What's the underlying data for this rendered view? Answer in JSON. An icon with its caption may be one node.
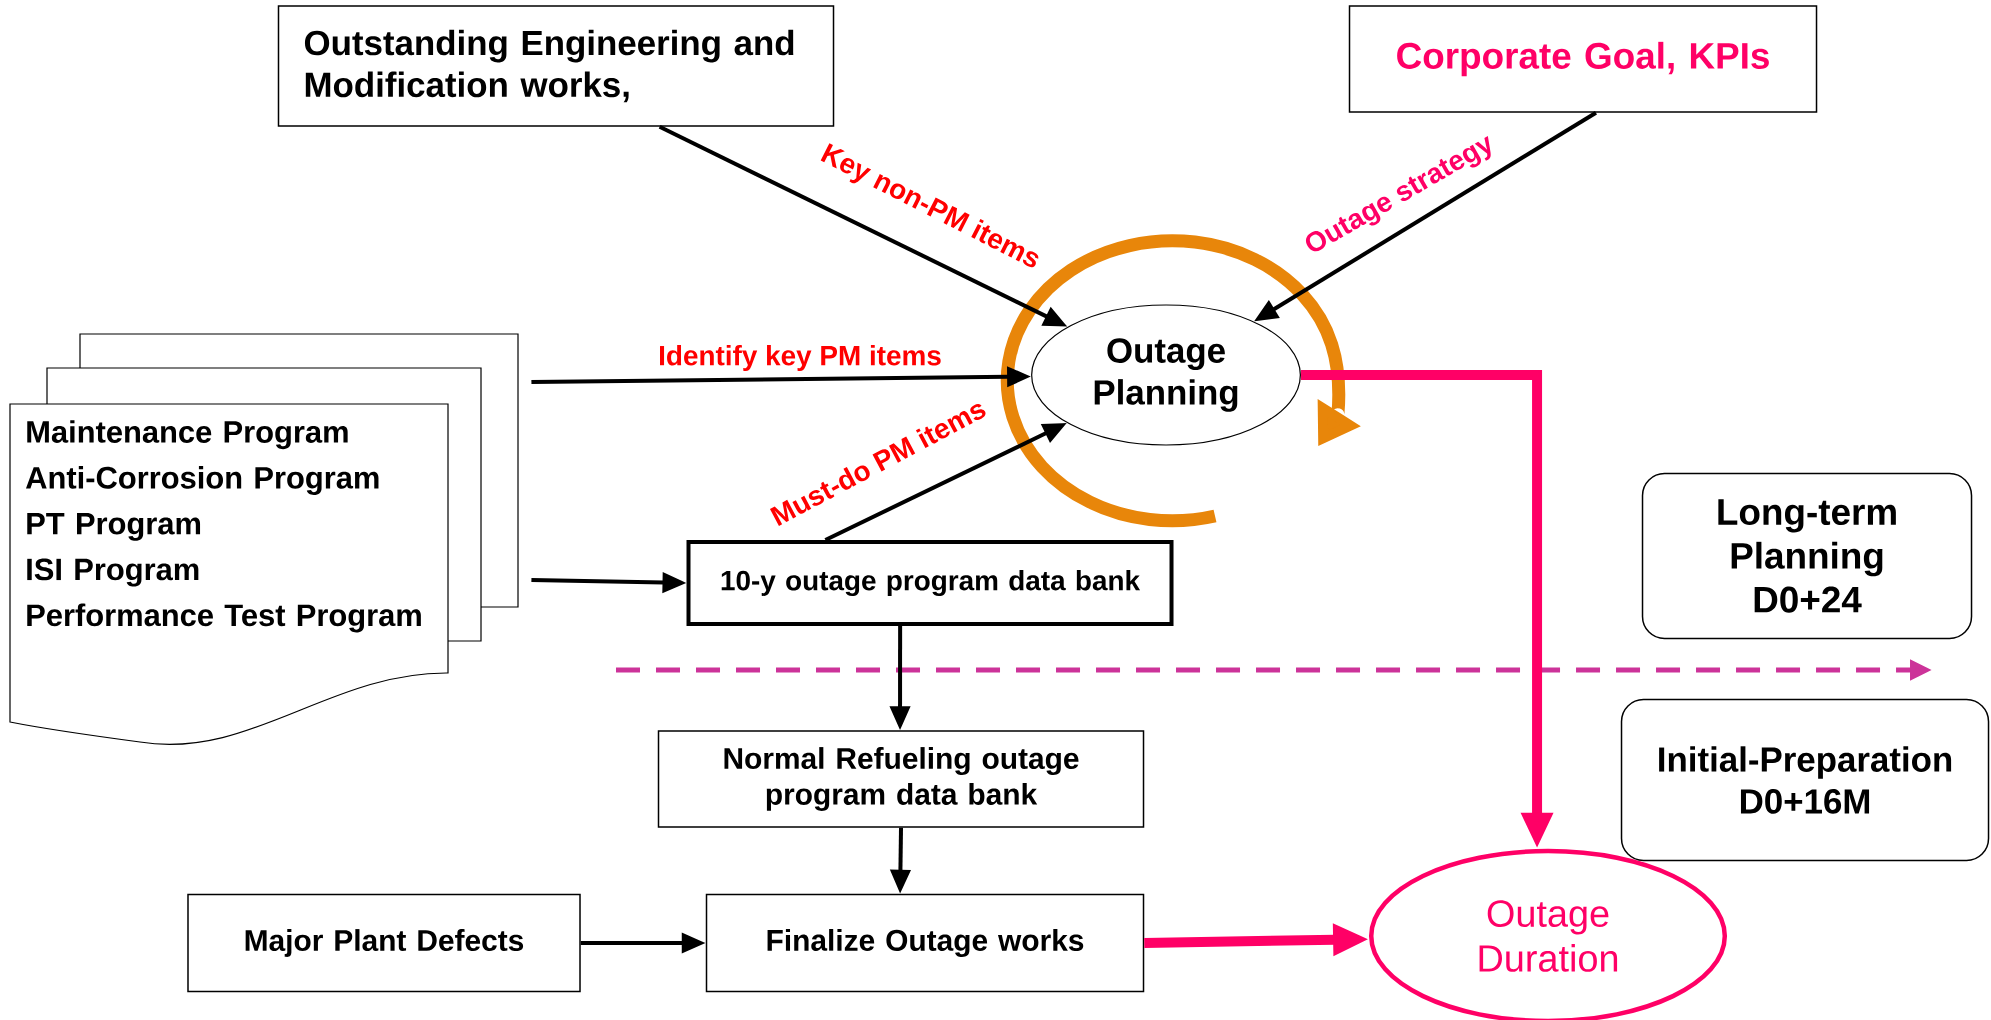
{
  "diagram": {
    "nodes": [
      {
        "text": [
          "Outstanding Engineering and Modification works,"
        ]
      },
      {
        "text": [
          "Corporate Goal, KPIs"
        ]
      },
      {
        "text": [
          "Maintenance Program",
          "Anti-Corrosion Program",
          "PT Program",
          "ISI Program",
          "Performance Test Program"
        ]
      },
      {
        "text": [
          "Outage Planning"
        ]
      },
      {
        "text": [
          "10-y outage program data bank"
        ]
      },
      {
        "text": [
          "Normal Refueling outage program data bank"
        ]
      },
      {
        "text": [
          "Major Plant Defects"
        ]
      },
      {
        "text": [
          "Finalize Outage works"
        ]
      },
      {
        "text": [
          "Outage Duration"
        ]
      },
      {
        "text": [
          "Long-term Planning D0+24"
        ]
      },
      {
        "text": [
          "Initial-Preparation D0+16M"
        ]
      }
    ],
    "edges": [
      {
        "from": 0,
        "to": 3,
        "arrow": "to",
        "label": "Key non-PM items"
      },
      {
        "from": 1,
        "to": 3,
        "arrow": "to",
        "label": "Outage strategy"
      },
      {
        "from": 2,
        "to": 3,
        "arrow": "to",
        "label": "Identify key PM items"
      },
      {
        "from": 2,
        "to": 4,
        "arrow": "to"
      },
      {
        "from": 4,
        "to": 3,
        "arrow": "to",
        "label": "Must-do PM items"
      },
      {
        "from": 4,
        "to": 5,
        "arrow": "to"
      },
      {
        "from": 5,
        "to": 7,
        "arrow": "to"
      },
      {
        "from": 6,
        "to": 7,
        "arrow": "to"
      },
      {
        "from": 7,
        "to": 8,
        "arrow": "to",
        "style": "thick",
        "color": "#ff0066"
      },
      {
        "from": 3,
        "to": 8,
        "arrow": "to",
        "style": "thick",
        "color": "#ff0066"
      }
    ]
  }
}
